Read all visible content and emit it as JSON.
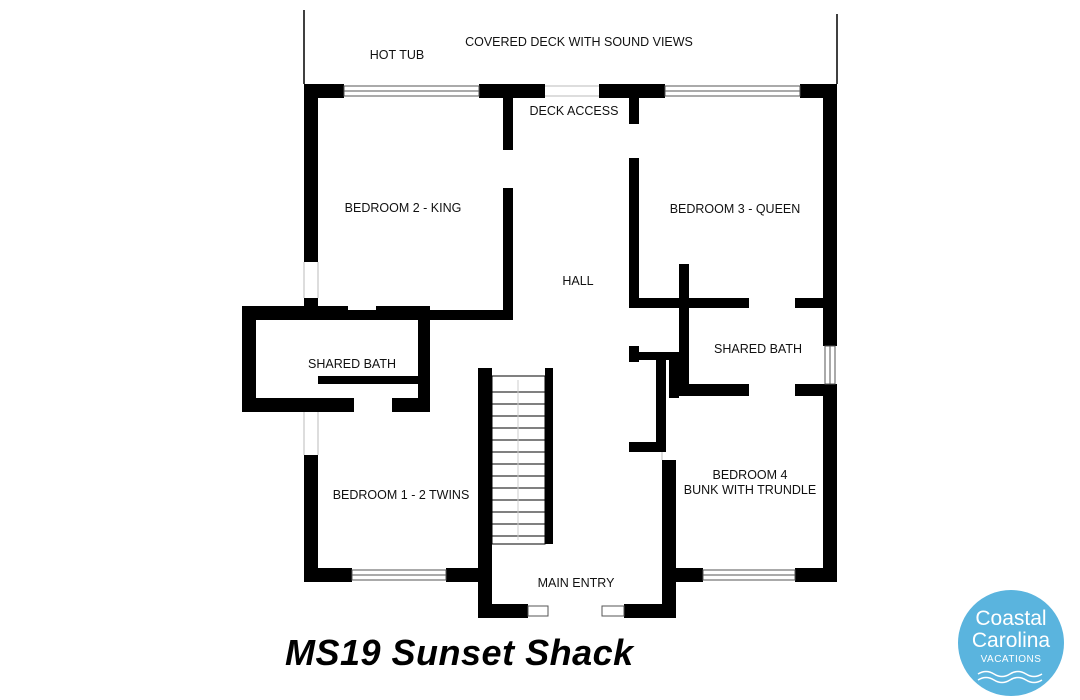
{
  "plan": {
    "labels": {
      "hot_tub": "HOT TUB",
      "covered_deck": "COVERED DECK WITH SOUND VIEWS",
      "deck_access": "DECK ACCESS",
      "bedroom2": "BEDROOM 2 - KING",
      "bedroom3": "BEDROOM 3 - QUEEN",
      "hall": "HALL",
      "shared_bath_left": "SHARED BATH",
      "shared_bath_right": "SHARED BATH",
      "bedroom1": "BEDROOM 1 - 2 TWINS",
      "bedroom4_line1": "BEDROOM 4",
      "bedroom4_line2": "BUNK WITH TRUNDLE",
      "main_entry": "MAIN ENTRY"
    }
  },
  "title": "MS19 Sunset Shack",
  "logo": {
    "line1": "Coastal",
    "line2": "Carolina",
    "line3": "VACATIONS",
    "color": "#5ab4de"
  },
  "colors": {
    "wall": "#000000",
    "background": "#ffffff"
  }
}
